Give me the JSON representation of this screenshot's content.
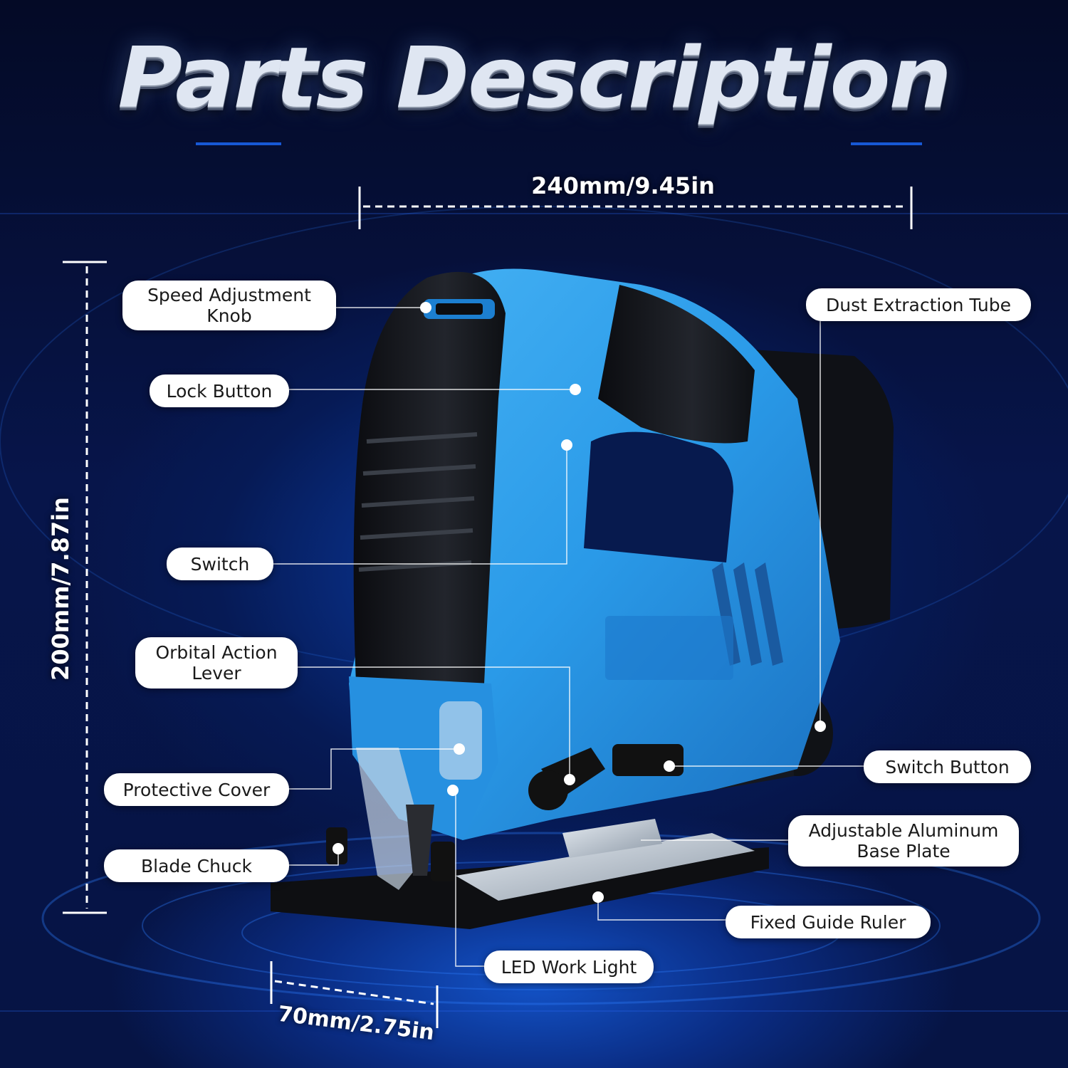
{
  "title": "Parts Description",
  "dimensions": {
    "width": "240mm/9.45in",
    "height": "200mm/7.87in",
    "depth": "70mm/2.75in"
  },
  "labels": {
    "speed_adjustment_knob": "Speed Adjustment Knob",
    "lock_button": "Lock Button",
    "switch": "Switch",
    "orbital_action_lever": "Orbital Action Lever",
    "protective_cover": "Protective Cover",
    "blade_chuck": "Blade Chuck",
    "dust_extraction_tube": "Dust Extraction Tube",
    "switch_button": "Switch Button",
    "adjustable_aluminum_base_plate": "Adjustable Aluminum Base Plate",
    "fixed_guide_ruler": "Fixed Guide Ruler",
    "led_work_light": "LED Work Light"
  },
  "colors": {
    "tool_blue": "#2a9ae8",
    "tool_dark": "#111318",
    "background": "#061444",
    "accent": "#1c6cff"
  },
  "icons": [
    "jigsaw-tool-illustration"
  ]
}
